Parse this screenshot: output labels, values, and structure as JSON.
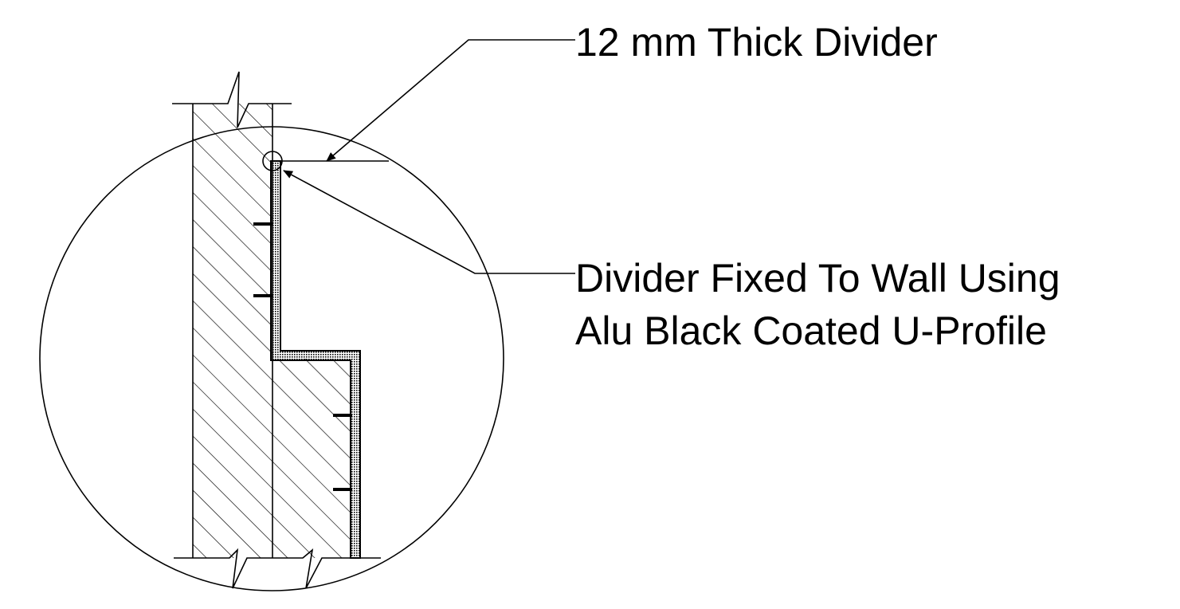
{
  "labels": {
    "divider_thickness": "12 mm Thick Divider",
    "fixing_line1": "Divider Fixed To Wall Using",
    "fixing_line2": "Alu Black Coated U-Profile"
  },
  "colors": {
    "line": "#000000",
    "background": "#ffffff"
  }
}
